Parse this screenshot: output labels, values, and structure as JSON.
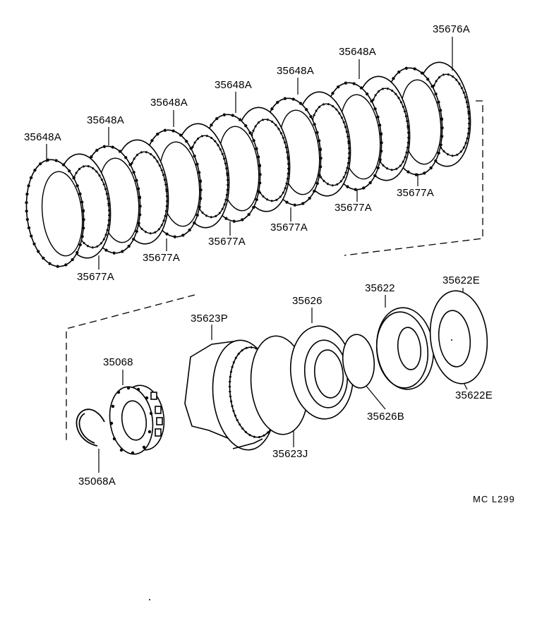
{
  "labels": {
    "p35676A": "35676A",
    "p35648A_1": "35648A",
    "p35648A_2": "35648A",
    "p35648A_3": "35648A",
    "p35648A_4": "35648A",
    "p35648A_5": "35648A",
    "p35648A_6": "35648A",
    "p35677A_1": "35677A",
    "p35677A_2": "35677A",
    "p35677A_3": "35677A",
    "p35677A_4": "35677A",
    "p35677A_5": "35677A",
    "p35677A_6": "35677A",
    "p35623P": "35623P",
    "p35626": "35626",
    "p35622": "35622",
    "p35622E_1": "35622E",
    "p35622E_2": "35622E",
    "p35068": "35068",
    "p35068A": "35068A",
    "p35623J": "35623J",
    "p35626B": "35626B"
  },
  "diagram_code": "MC  L299"
}
